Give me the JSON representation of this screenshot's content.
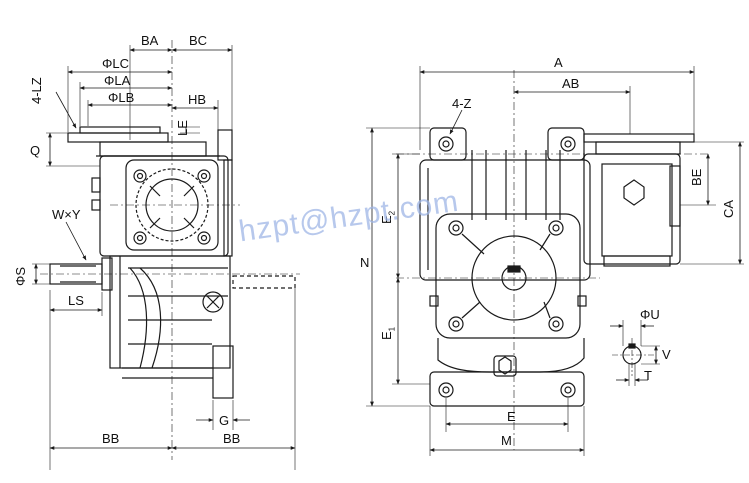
{
  "side_view": {
    "labels": {
      "ba": "BA",
      "bc": "BC",
      "lz": "4-LZ",
      "lc": "ΦLC",
      "la": "ΦLA",
      "lb": "ΦLB",
      "hb": "HB",
      "le": "LE",
      "q": "Q",
      "wxy": "W×Y",
      "s": "ΦS",
      "ls": "LS",
      "g": "G",
      "bb_left": "BB",
      "bb_right": "BB"
    }
  },
  "front_view": {
    "labels": {
      "a": "A",
      "ab": "AB",
      "z": "4-Z",
      "n": "N",
      "e2": "E",
      "e2_sub": "2",
      "e1": "E",
      "e1_sub": "1",
      "be": "BE",
      "ca": "CA",
      "e": "E",
      "m": "M"
    }
  },
  "shaft_detail": {
    "labels": {
      "u": "ΦU",
      "v": "V",
      "t": "T"
    }
  },
  "watermark": "hzpt@hzpt.com",
  "colors": {
    "line": "#1a1a1a",
    "watermark": "#9fb6e6"
  }
}
